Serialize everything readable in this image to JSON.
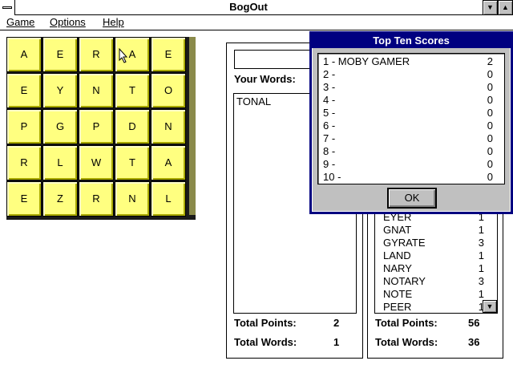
{
  "window": {
    "title": "BogOut"
  },
  "menu": {
    "game": "Game",
    "options": "Options",
    "help": "Help"
  },
  "board": {
    "tiles": [
      "A",
      "E",
      "R",
      "A",
      "E",
      "E",
      "Y",
      "N",
      "T",
      "O",
      "P",
      "G",
      "P",
      "D",
      "N",
      "R",
      "L",
      "W",
      "T",
      "A",
      "E",
      "Z",
      "R",
      "N",
      "L"
    ],
    "tile_color": "#ffff80"
  },
  "player": {
    "your_words_label": "Your Words:",
    "input_value": "",
    "words": [
      {
        "word": "TONAL"
      }
    ],
    "total_points_label": "Total Points:",
    "total_points": "2",
    "total_words_label": "Total Words:",
    "total_words": "1"
  },
  "computer": {
    "words": [
      {
        "word": "EYER",
        "points": "1"
      },
      {
        "word": "GNAT",
        "points": "1"
      },
      {
        "word": "GYRATE",
        "points": "3"
      },
      {
        "word": "LAND",
        "points": "1"
      },
      {
        "word": "NARY",
        "points": "1"
      },
      {
        "word": "NOTARY",
        "points": "3"
      },
      {
        "word": "NOTE",
        "points": "1"
      },
      {
        "word": "PEER",
        "points": "1"
      }
    ],
    "total_points_label": "Total Points:",
    "total_points": "56",
    "total_words_label": "Total Words:",
    "total_words": "36"
  },
  "dialog": {
    "title": "Top Ten Scores",
    "scores": [
      {
        "rank": "1 - MOBY GAMER",
        "score": "2"
      },
      {
        "rank": "2 -",
        "score": "0"
      },
      {
        "rank": "3 -",
        "score": "0"
      },
      {
        "rank": "4 -",
        "score": "0"
      },
      {
        "rank": "5 -",
        "score": "0"
      },
      {
        "rank": "6 -",
        "score": "0"
      },
      {
        "rank": "7 -",
        "score": "0"
      },
      {
        "rank": "8 -",
        "score": "0"
      },
      {
        "rank": "9 -",
        "score": "0"
      },
      {
        "rank": "10 -",
        "score": "0"
      }
    ],
    "ok_label": "OK",
    "title_color": "#000080"
  }
}
